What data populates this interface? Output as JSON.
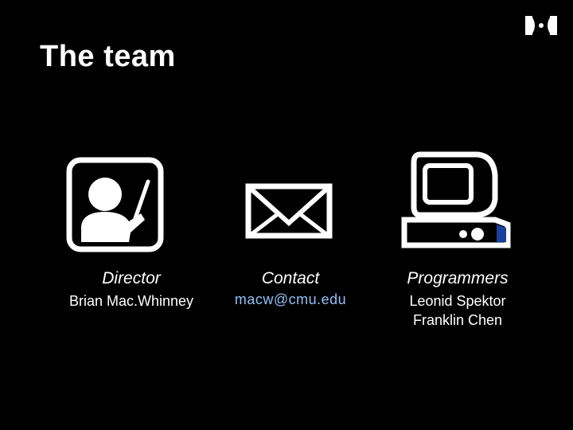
{
  "slide": {
    "title": "The team"
  },
  "team": {
    "director": {
      "role": "Director",
      "name": "Brian Mac.Whinney"
    },
    "contact": {
      "role": "Contact",
      "email": "macw@cmu.edu"
    },
    "programmers": {
      "role": "Programmers",
      "names": [
        "Leonid Spektor",
        "Franklin Chen"
      ]
    }
  },
  "icons": {
    "logo": "talkbank-logo-icon",
    "director": "teacher-pointer-icon",
    "contact": "envelope-icon",
    "programmers": "computer-icon"
  },
  "colors": {
    "background": "#000000",
    "text": "#ffffff",
    "link": "#8fc0f4",
    "accent": "#1a3f9c"
  }
}
